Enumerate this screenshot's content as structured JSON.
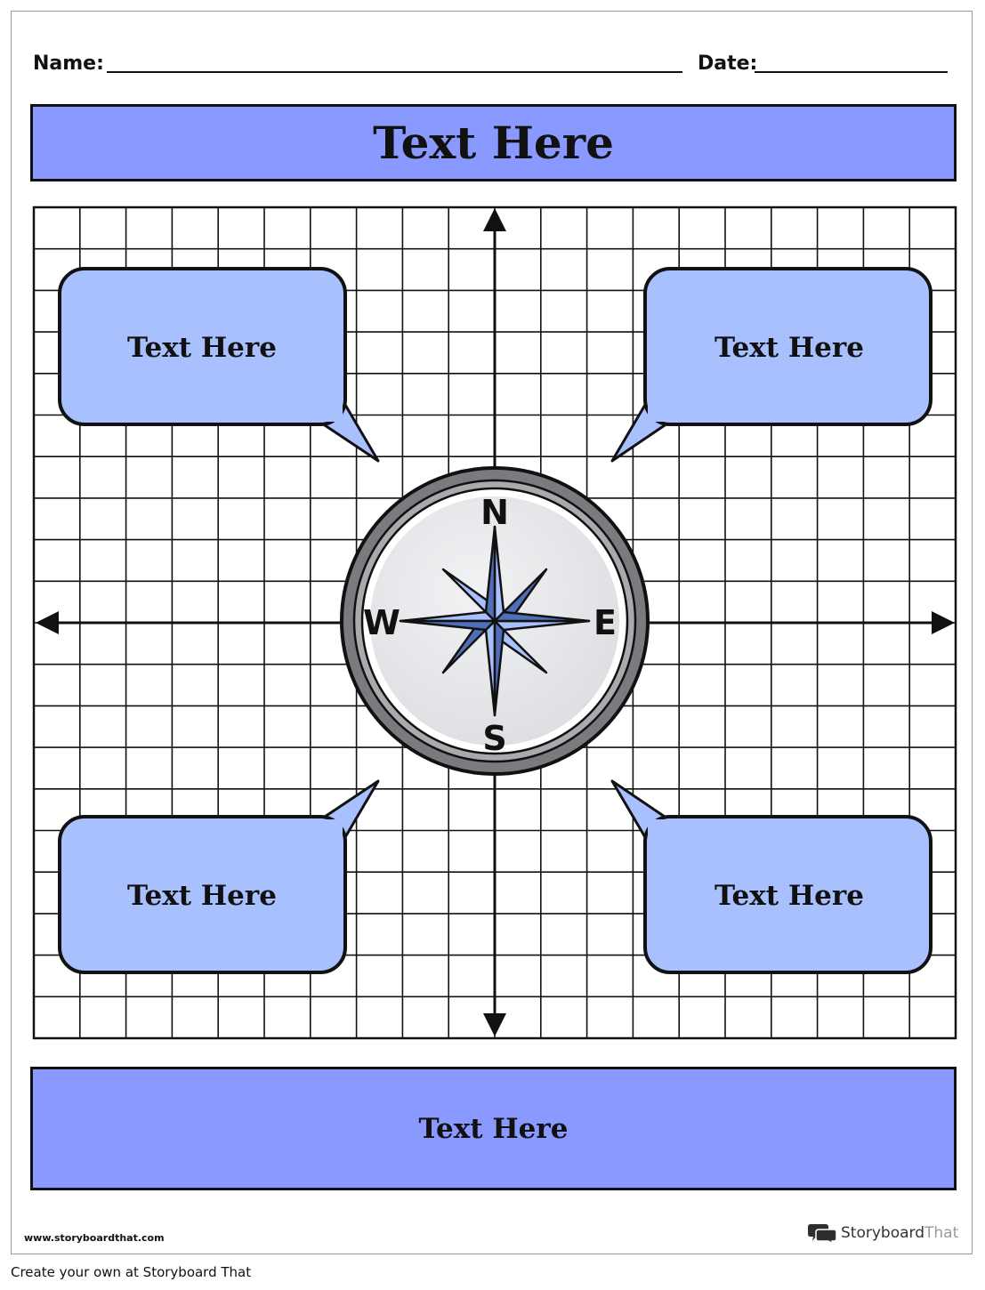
{
  "worksheet": {
    "name_label": "Name:",
    "date_label": "Date:",
    "title": "Text Here",
    "boxes": {
      "top_left": "Text Here",
      "top_right": "Text Here",
      "bottom_left": "Text Here",
      "bottom_right": "Text Here"
    },
    "bottom_banner": "Text Here",
    "compass": {
      "north": "N",
      "south": "S",
      "east": "E",
      "west": "W"
    }
  },
  "footer": {
    "url": "www.storyboardthat.com",
    "brand_primary": "Storyboard",
    "brand_secondary": "That",
    "create_text": "Create your own at Storyboard That"
  },
  "colors": {
    "banner": "#8a99ff",
    "speech_box": "#a9c0ff",
    "compass_face": "#e2e3e6",
    "compass_ring": "#7a7b7e",
    "star_dark": "#4f6fb8",
    "star_light": "#a9c0ff"
  }
}
